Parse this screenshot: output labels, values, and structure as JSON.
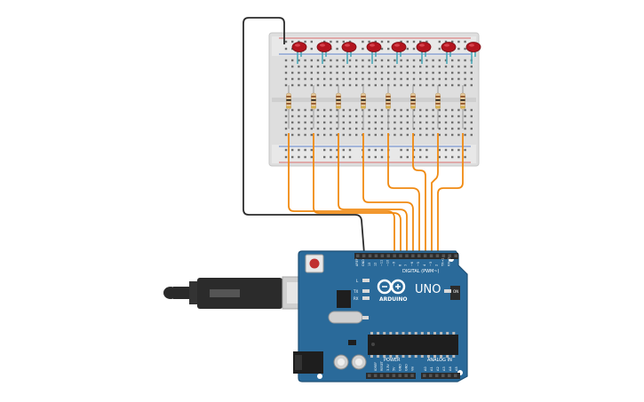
{
  "board": {
    "brand": "ARDUINO",
    "model": "UNO",
    "header_digital_label": "DIGITAL (PWM~)",
    "header_power_label": "POWER",
    "header_analog_label": "ANALOG IN",
    "pin_aref": "AREF",
    "pin_gnd": "GND",
    "digital_pin_labels": [
      "13",
      "12",
      "~11",
      "~10",
      "~9",
      "8",
      "7",
      "~6",
      "~5",
      "4",
      "~3",
      "2",
      "TX→1",
      "RX←0"
    ],
    "power_pin_labels": [
      "IOREF",
      "RESET",
      "3.3V",
      "5V",
      "GND",
      "GND",
      "Vin"
    ],
    "analog_pin_labels": [
      "A0",
      "A1",
      "A2",
      "A3",
      "A4",
      "A5"
    ],
    "led_l": "L",
    "led_tx": "TX",
    "led_rx": "RX",
    "led_on": "ON"
  },
  "breadboard": {
    "columns": 30,
    "led_count": 8,
    "led_color": "#b3151f",
    "resistor_count": 8
  },
  "colors": {
    "wire_signal": "#f08a12",
    "wire_ground": "#2b2b2b",
    "board": "#2a6a9a",
    "board_edge": "#1d4f76"
  }
}
